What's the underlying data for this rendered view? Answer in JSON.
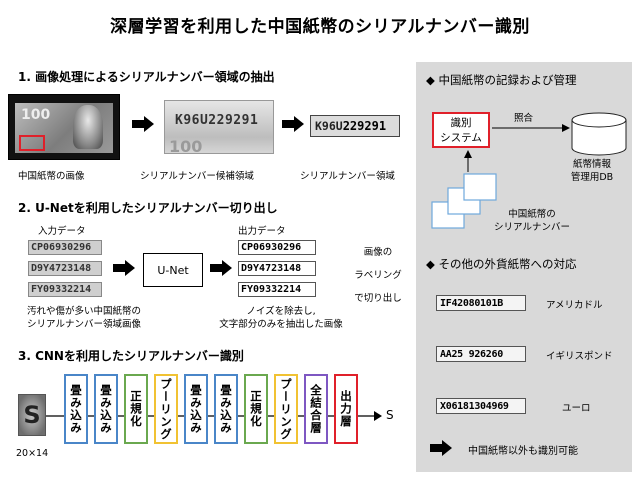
{
  "title": "深層学習を利用した中国紙幣のシリアルナンバー識別",
  "section1": {
    "heading": "1.  画像処理によるシリアルナンバー領域の抽出",
    "banknote_value": "100",
    "candidate_serial": "K96U229291",
    "region_serial_prefix": "K96U",
    "region_serial_digits": "229291",
    "caption_banknote": "中国紙幣の画像",
    "caption_candidate": "シリアルナンバー候補領域",
    "caption_region": "シリアルナンバー領域"
  },
  "section2": {
    "heading": "2.  U-Netを利用したシリアルナンバー切り出し",
    "input_label": "入力データ",
    "output_label": "出力データ",
    "serials": [
      "CP06930296",
      "D9Y4723148",
      "FY09332214"
    ],
    "unet_label": "U-Net",
    "labeling_line1": "画像の",
    "labeling_line2": "ラベリング",
    "labeling_line3": "で切り出し",
    "input_caption_line1": "汚れや傷が多い中国紙幣の",
    "input_caption_line2": "シリアルナンバー領域画像",
    "output_caption_line1": "ノイズを除去し,",
    "output_caption_line2": "文字部分のみを抽出した画像"
  },
  "section3": {
    "heading": "3.  CNNを利用したシリアルナンバー識別",
    "input_char": "S",
    "input_size": "20×14",
    "output_char": "S",
    "layers": [
      {
        "label": "畳み込み",
        "color": "#4a86c8"
      },
      {
        "label": "畳み込み",
        "color": "#4a86c8"
      },
      {
        "label": "正規化",
        "color": "#6aa84f"
      },
      {
        "label": "プーリング",
        "color": "#f1c232"
      },
      {
        "label": "畳み込み",
        "color": "#4a86c8"
      },
      {
        "label": "畳み込み",
        "color": "#4a86c8"
      },
      {
        "label": "正規化",
        "color": "#6aa84f"
      },
      {
        "label": "プーリング",
        "color": "#f1c232"
      },
      {
        "label": "全結合層",
        "color": "#7e57c2"
      },
      {
        "label": "出力層",
        "color": "#e0202a"
      }
    ]
  },
  "panel": {
    "heading1": "◆ 中国紙幣の記録および管理",
    "system_line1": "識別",
    "system_line2": "システム",
    "match_label": "照合",
    "db_line1": "紙幣情報",
    "db_line2": "管理用DB",
    "serial_docs_line1": "中国紙幣の",
    "serial_docs_line2": "シリアルナンバー",
    "heading2": "◆ その他の外貨紙幣への対応",
    "currencies": [
      {
        "serial": "IF42080101B",
        "name": "アメリカドル"
      },
      {
        "serial": "AA25 926260",
        "name": "イギリスポンド"
      },
      {
        "serial": "X06181304969",
        "name": "ユーロ"
      }
    ],
    "conclusion": "中国紙幣以外も識別可能"
  }
}
